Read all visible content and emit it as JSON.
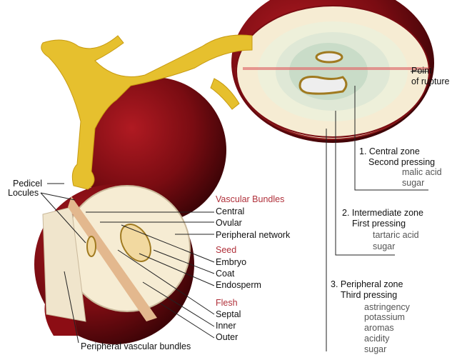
{
  "labels": {
    "pedicel": "Pedicel",
    "locules": "Locules",
    "peripheral_vascular_bundles": "Peripheral vascular bundles",
    "point_of_rupture": [
      "Point",
      "of rupture"
    ]
  },
  "vascular_bundles": {
    "heading": "Vascular Bundles",
    "items": [
      "Central",
      "Ovular",
      "Peripheral network"
    ]
  },
  "seed": {
    "heading": "Seed",
    "items": [
      "Embryo",
      "Coat",
      "Endosperm"
    ]
  },
  "flesh": {
    "heading": "Flesh",
    "items": [
      "Septal",
      "Inner",
      "Outer"
    ]
  },
  "zones": [
    {
      "title": "1. Central zone",
      "pressing": "Second pressing",
      "components": [
        "malic acid",
        "sugar"
      ]
    },
    {
      "title": "2. Intermediate zone",
      "pressing": "First pressing",
      "components": [
        "tartaric acid",
        "sugar"
      ]
    },
    {
      "title": "3. Peripheral zone",
      "pressing": "Third pressing",
      "components": [
        "astringency",
        "potassium",
        "aromas",
        "acidity",
        "sugar"
      ]
    }
  ],
  "colors": {
    "skin": "#7a0c12",
    "flesh": "#f5ecd6",
    "stem": "#e6c02e",
    "heading": "#b0303a"
  }
}
